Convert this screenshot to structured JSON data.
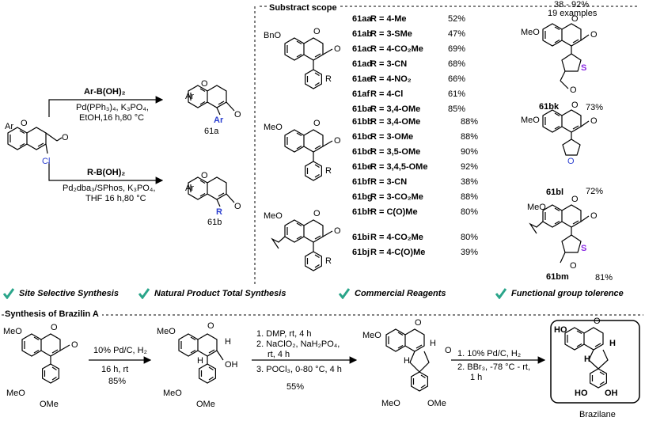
{
  "scope": {
    "title": "Substract scope",
    "range": "38 - 92%",
    "examples": "19 examples",
    "rows_top": [
      {
        "code": "61aa",
        "sub": "R = 4-Me",
        "yield": "52%"
      },
      {
        "code": "61ab",
        "sub": "R = 3-SMe",
        "yield": "47%"
      },
      {
        "code": "61ac",
        "sub": "R = 4-CO₂Me",
        "yield": "69%"
      },
      {
        "code": "61ad",
        "sub": "R = 3-CN",
        "yield": "68%"
      },
      {
        "code": "61ae",
        "sub": "R = 4-NO₂",
        "yield": "66%"
      },
      {
        "code": "61af",
        "sub": "R = 4-Cl",
        "yield": "61%"
      },
      {
        "code": "61ba",
        "sub": "R = 3,4-OMe",
        "yield": "85%"
      }
    ],
    "rows_mid": [
      {
        "code": "61bb",
        "sub": "R = 3,4-OMe",
        "yield": "88%"
      },
      {
        "code": "61bc",
        "sub": "R = 3-OMe",
        "yield": "88%"
      },
      {
        "code": "61bd",
        "sub": "R = 3,5-OMe",
        "yield": "90%"
      },
      {
        "code": "61be",
        "sub": "R = 3,4,5-OMe",
        "yield": "92%"
      },
      {
        "code": "61bf",
        "sub": "R = 3-CN",
        "yield": "38%"
      },
      {
        "code": "61bg",
        "sub": "R = 3-CO₂Me",
        "yield": "88%"
      },
      {
        "code": "61bh",
        "sub": "R = C(O)Me",
        "yield": "80%"
      }
    ],
    "rows_bot": [
      {
        "code": "61bi",
        "sub": "R = 4-CO₂Me",
        "yield": "80%"
      },
      {
        "code": "61bj",
        "sub": "R = 4-C(O)Me",
        "yield": "39%"
      }
    ],
    "right": [
      {
        "code": "61bk",
        "yield": "73%"
      },
      {
        "code": "61bl",
        "yield": "72%"
      },
      {
        "code": "61bm",
        "yield": "81%"
      }
    ]
  },
  "left": {
    "reagent1": "Ar-B(OH)₂",
    "cond1a": "Pd(PPh₃)₄, K₃PO₄,",
    "cond1b": "EtOH,16 h,80 °C",
    "product1": "61a",
    "reagent2": "R-B(OH)₂",
    "cond2a": "Pd₂dba₃/SPhos, K₃PO₄,",
    "cond2b": "THF 16 h,80 °C",
    "product2": "61b"
  },
  "features": [
    "Site Selective Synthesis",
    "Natural Product Total Synthesis",
    "Commercial Reagents",
    "Functional group tolerence"
  ],
  "brazilin": {
    "title": "Synthesis of Brazilin A",
    "step1a": "10% Pd/C, H₂",
    "step1b": "16 h, rt",
    "step1c": "85%",
    "step2a": "1. DMP, rt, 4 h",
    "step2b": "2. NaClO₂, NaH₂PO₄,",
    "step2c": "rt, 4 h",
    "step2d": "3. POCl₃, 0-80 °C, 4 h",
    "step2e": "55%",
    "step3a": "1. 10% Pd/C, H₂",
    "step3b": "2. BBr₃, -78 °C - rt,",
    "step3c": "1 h",
    "product": "Brazilane"
  },
  "labels": {
    "ar": "Ar",
    "o": "O",
    "cl": "Cl",
    "r": "R",
    "s": "S",
    "h": "H",
    "oh": "OH",
    "ho": "HO",
    "bno": "BnO",
    "meo": "MeO",
    "ome": "OMe"
  },
  "colors": {
    "accent": "#2aa58a",
    "blue": "#2b3fcf",
    "purple": "#8a2be2"
  }
}
